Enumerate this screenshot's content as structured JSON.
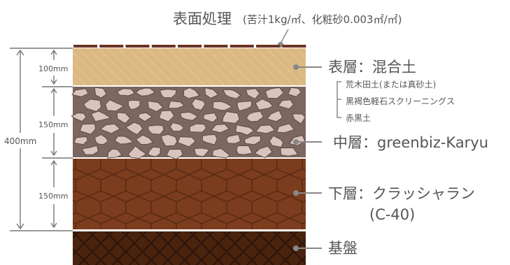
{
  "surface": {
    "title": "表面処理",
    "detail": "(苦汁1kg/㎡、化粧砂0.003㎡/㎡)"
  },
  "dimensions": {
    "total": "400mm",
    "top": "100mm",
    "middle": "150mm",
    "lower": "150mm"
  },
  "layers": {
    "top": {
      "label": "表層：混合土",
      "components": [
        "荒木田土(または真砂土)",
        "黒褐色軽石スクリーニングス",
        "赤黒土"
      ]
    },
    "middle": {
      "label": "中層：greenbiz-Karyu"
    },
    "lower": {
      "label_line1": "下層：クラッシャラン",
      "label_line2": "(C-40)"
    },
    "base": {
      "label": "基盤"
    }
  },
  "colors": {
    "surface_strip": "#6b3423",
    "top_soil": "#dcb983",
    "middle_layer": "#7b6660",
    "middle_stone": "#d8c4bd",
    "lower_layer": "#7b3d1e",
    "base_layer": "#4a230f",
    "leader": "#888888"
  }
}
